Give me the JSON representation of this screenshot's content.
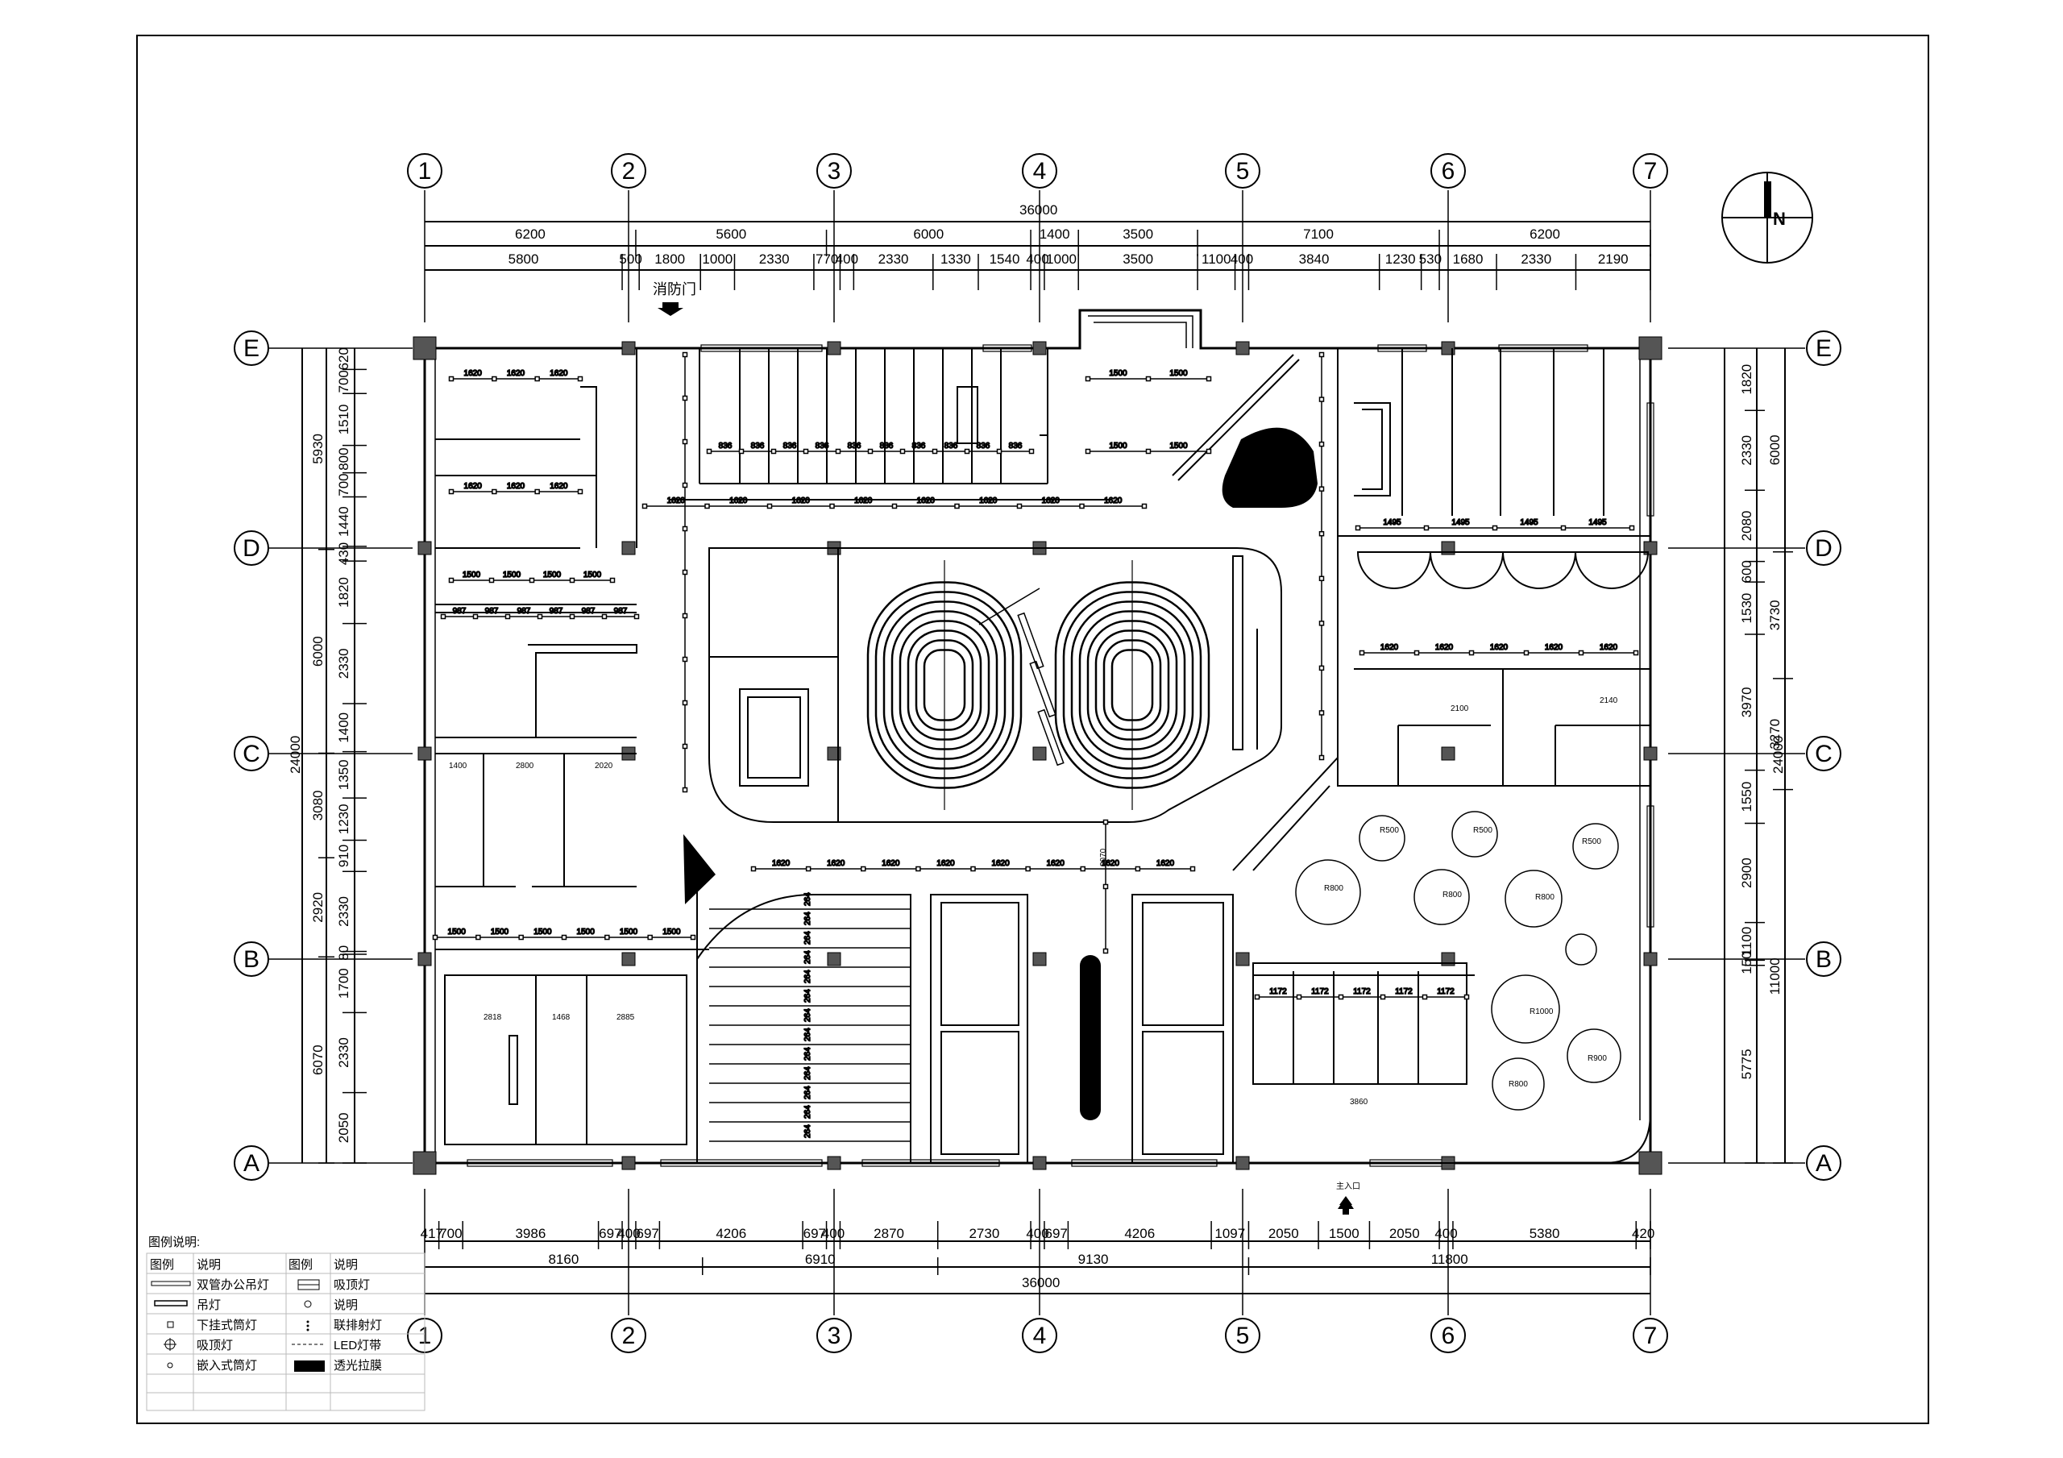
{
  "axes": {
    "columns": [
      "1",
      "2",
      "3",
      "4",
      "5",
      "6",
      "7"
    ],
    "rows": [
      "E",
      "D",
      "C",
      "B",
      "A"
    ]
  },
  "top_dimensions": {
    "total": "36000",
    "row1": [
      "6200",
      "5600",
      "6000",
      "1400",
      "3500",
      "7100",
      "6200"
    ],
    "row2": [
      "5800",
      "500",
      "1800",
      "1000",
      "2330",
      "770",
      "400",
      "2330",
      "1330",
      "1540",
      "400",
      "1000",
      "3500",
      "1100",
      "400",
      "3840",
      "1230",
      "530",
      "1680",
      "2330",
      "2190"
    ]
  },
  "bottom_dimensions": {
    "row1": [
      "417",
      "700",
      "3986",
      "697",
      "400",
      "697",
      "4206",
      "697",
      "400",
      "2870",
      "2730",
      "400",
      "697",
      "4206",
      "1097",
      "2050",
      "1500",
      "2050",
      "400",
      "5380",
      "420"
    ],
    "row2": [
      "8160",
      "6910",
      "9130",
      "11800"
    ],
    "total": "36000"
  },
  "left_dimensions": {
    "total": "24000",
    "group": [
      "5930",
      "6000",
      "3080",
      "2920",
      "6070"
    ],
    "detail": [
      "620",
      "700",
      "1510",
      "800",
      "700",
      "1440",
      "430",
      "1820",
      "2330",
      "1400",
      "1350",
      "1230",
      "910",
      "2330",
      "80",
      "1700",
      "2330",
      "2050"
    ]
  },
  "right_dimensions": {
    "total": "24000",
    "group": [
      "6000",
      "3730",
      "3270",
      "11000"
    ],
    "detail": [
      "1820",
      "2330",
      "2080",
      "600",
      "1530",
      "3970",
      "1550",
      "2900",
      "1100",
      "150",
      "5775"
    ]
  },
  "labels": {
    "fire_door": "消防门",
    "main_entrance": "主入口",
    "compass": "N"
  },
  "legend": {
    "title": "图例说明:",
    "headers": [
      "图例",
      "说明",
      "图例",
      "说明"
    ],
    "rows": [
      [
        "双管办公吊灯",
        "吸顶灯"
      ],
      [
        "吊灯",
        "说明"
      ],
      [
        "下挂式筒灯",
        "联排射灯"
      ],
      [
        "吸顶灯",
        "LED灯带"
      ],
      [
        "嵌入式筒灯",
        "透光拉膜"
      ]
    ]
  },
  "interior_dims": {
    "grid_1620": "1620",
    "row_836": "836",
    "tread_264": "264",
    "row_1172": "1172",
    "row_987": "987",
    "row_1500": "1500",
    "row_1495": "1495",
    "stair_2070": "2070",
    "w_1400": "1400",
    "w_2800": "2800",
    "w_2020": "2020",
    "w_3860": "3860",
    "w_2818": "2818",
    "w_1468": "1468",
    "w_2885": "2885",
    "w_2100": "2100",
    "w_2140": "2140",
    "r_8800": "R800",
    "r_8500": "R500",
    "r_8900": "R900",
    "r_81000": "R1000"
  },
  "colors": {
    "line": "#000000",
    "column": "#555555",
    "paper": "#ffffff"
  }
}
